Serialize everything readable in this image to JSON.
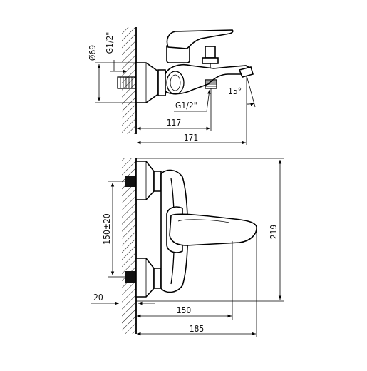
{
  "top_view": {
    "dim_diameter": "Ø69",
    "dim_thread_wall": "G1/2\"",
    "dim_thread_spout": "G1/2\"",
    "dim_angle": "15°",
    "dim_117": "117",
    "dim_171": "171"
  },
  "front_view": {
    "dim_spacing": "150±20",
    "dim_20": "20",
    "dim_150": "150",
    "dim_185": "185",
    "dim_219": "219"
  }
}
